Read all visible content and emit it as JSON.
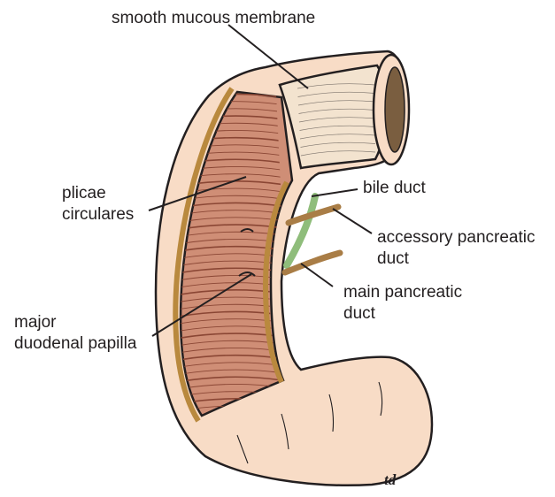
{
  "labels": {
    "smooth_mucous_membrane": "smooth mucous membrane",
    "plicae_line1": "plicae",
    "plicae_line2": "circulares",
    "bile_duct": "bile duct",
    "accessory_line1": "accessory pancreatic",
    "accessory_line2": "duct",
    "main_line1": "main pancreatic",
    "main_line2": "duct",
    "papilla_line1": "major",
    "papilla_line2": "duodenal papilla"
  },
  "signature": "td",
  "colors": {
    "outline": "#231f20",
    "outer_wall": "#f8dcc6",
    "folds": "#cf8e76",
    "fold_lines": "#8a4634",
    "smooth_membrane": "#f3e3cf",
    "wall_edge": "#b9893e",
    "bile_duct": "#8fbd7b",
    "pancreatic_duct": "#a97d46",
    "lumen": "#7a5e40"
  }
}
